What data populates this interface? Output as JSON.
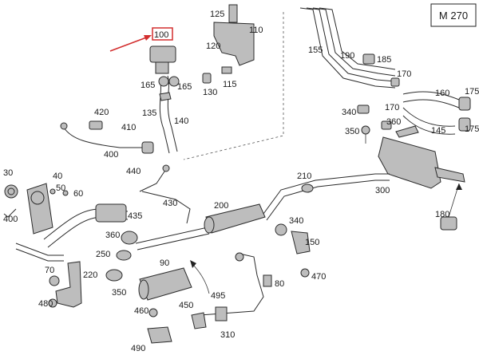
{
  "model_box": "M 270",
  "highlight": {
    "label": "100",
    "box_color": "#d32f2f",
    "arrow_color": "#d32f2f"
  },
  "labels": [
    "125",
    "100",
    "110",
    "120",
    "115",
    "165",
    "165",
    "130",
    "135",
    "140",
    "155",
    "190",
    "185",
    "170",
    "170",
    "160",
    "175",
    "175",
    "145",
    "340",
    "350",
    "360",
    "420",
    "410",
    "400",
    "440",
    "430",
    "30",
    "40",
    "50",
    "60",
    "400",
    "435",
    "200",
    "210",
    "300",
    "180",
    "360",
    "340",
    "150",
    "250",
    "90",
    "70",
    "220",
    "350",
    "470",
    "80",
    "480",
    "495",
    "460",
    "450",
    "310",
    "490"
  ]
}
